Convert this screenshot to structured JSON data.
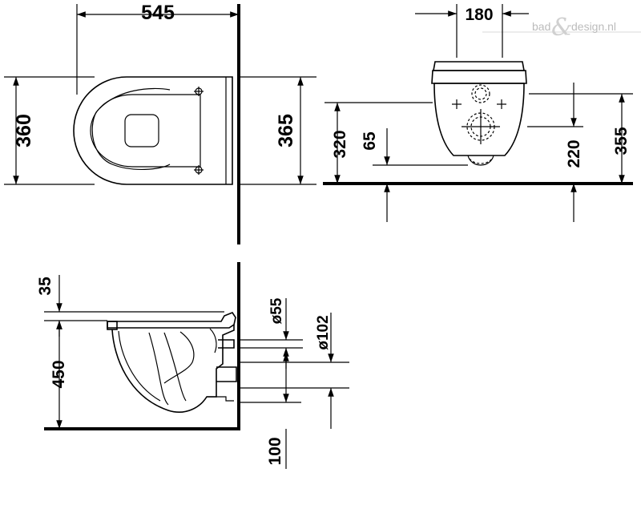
{
  "watermark": {
    "left": "bad",
    "amp": "&",
    "right": "design.nl"
  },
  "views": {
    "top": {
      "width": "545",
      "depth_front": "360",
      "depth_back": "365"
    },
    "front": {
      "width": "180",
      "height_total": "320",
      "outlet_height": "65",
      "connection_height": "220",
      "rim_height": "355"
    },
    "side": {
      "seat_thickness": "35",
      "mount_height": "450",
      "inlet_diameter": "ø55",
      "outlet_diameter": "ø102",
      "outlet_spacing": "100"
    }
  }
}
